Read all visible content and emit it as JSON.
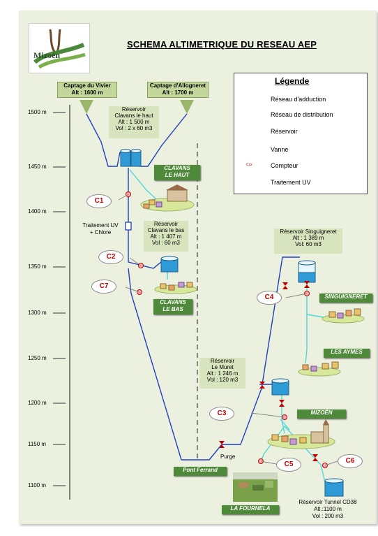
{
  "title": "SCHEMA ALTIMETRIQUE DU RESEAU AEP",
  "logo_text": "Mizoën",
  "legend": {
    "title": "Légende",
    "items": [
      {
        "label": "Réseau d'adduction",
        "icon": "blue-line"
      },
      {
        "label": "Réseau de distribution",
        "icon": "cyan-line"
      },
      {
        "label": "Réservoir",
        "icon": "tank-icon"
      },
      {
        "label": "Vanne",
        "icon": "valve-icon"
      },
      {
        "label": "Compteur",
        "icon": "meter-icon"
      },
      {
        "label": "Traitement UV",
        "icon": "uv-icon"
      }
    ],
    "meter_tag": "Cxx"
  },
  "altitudes": [
    "1500 m",
    "1450 m",
    "1400 m",
    "1350 m",
    "1300 m",
    "1250 m",
    "1200 m",
    "1150 m",
    "1100 m"
  ],
  "captages": [
    {
      "name": "Captage du Vivier",
      "alt": "Alt : 1600 m"
    },
    {
      "name": "Captage d'Allogneret",
      "alt": "Alt : 1700 m"
    }
  ],
  "reservoirs": {
    "clavans_haut": [
      "Réservoir",
      "Clavans le haut",
      "Alt : 1 500 m",
      "Vol : 2 x 60 m3"
    ],
    "clavans_bas": [
      "Réservoir",
      "Clavans le bas",
      "Alt : 1 407 m",
      "Vol : 60 m3"
    ],
    "singuigneret": [
      "Réservoir Singuigneret",
      "Alt : 1 389 m",
      "Vol: 60 m3"
    ],
    "muret": [
      "Réservoir",
      "Le Muret",
      "Alt : 1 246 m",
      "Vol : 120 m3"
    ],
    "tunnel": [
      "Réservoir Tunnel CD38",
      "Alt.:1100 m",
      "Vol : 200 m3"
    ]
  },
  "villages": {
    "clavans_haut": [
      "CLAVANS",
      "LE HAUT"
    ],
    "clavans_bas": [
      "CLAVANS",
      "LE BAS"
    ],
    "singuigneret": "SINGUIGNERET",
    "aymes": "LES AYMES",
    "mizoen": "MIZOËN",
    "pont_ferrand": "Pont Ferrand",
    "fournela": "LA FOURNELA"
  },
  "treatment": [
    "Traitement UV",
    "+ Chlore"
  ],
  "purge": "Purge",
  "meters": [
    "C1",
    "C2",
    "C7",
    "C4",
    "C3",
    "C5",
    "C6"
  ],
  "colors": {
    "adduction": "#1f3fbf",
    "distribution": "#4fd8d8",
    "meter": "#c00000",
    "page_bg": "#ebf1de",
    "village_green": "#4f8a3a"
  }
}
